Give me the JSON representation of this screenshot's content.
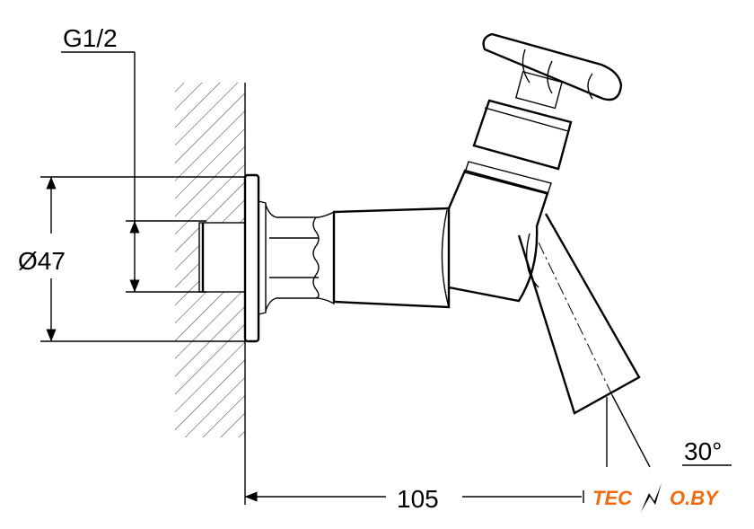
{
  "labels": {
    "thread": "G1/2",
    "diameter": "Ø47",
    "length": "105",
    "angle": "30°"
  },
  "logo": {
    "text": "TECNO.BY",
    "color": "#f26a10"
  }
}
